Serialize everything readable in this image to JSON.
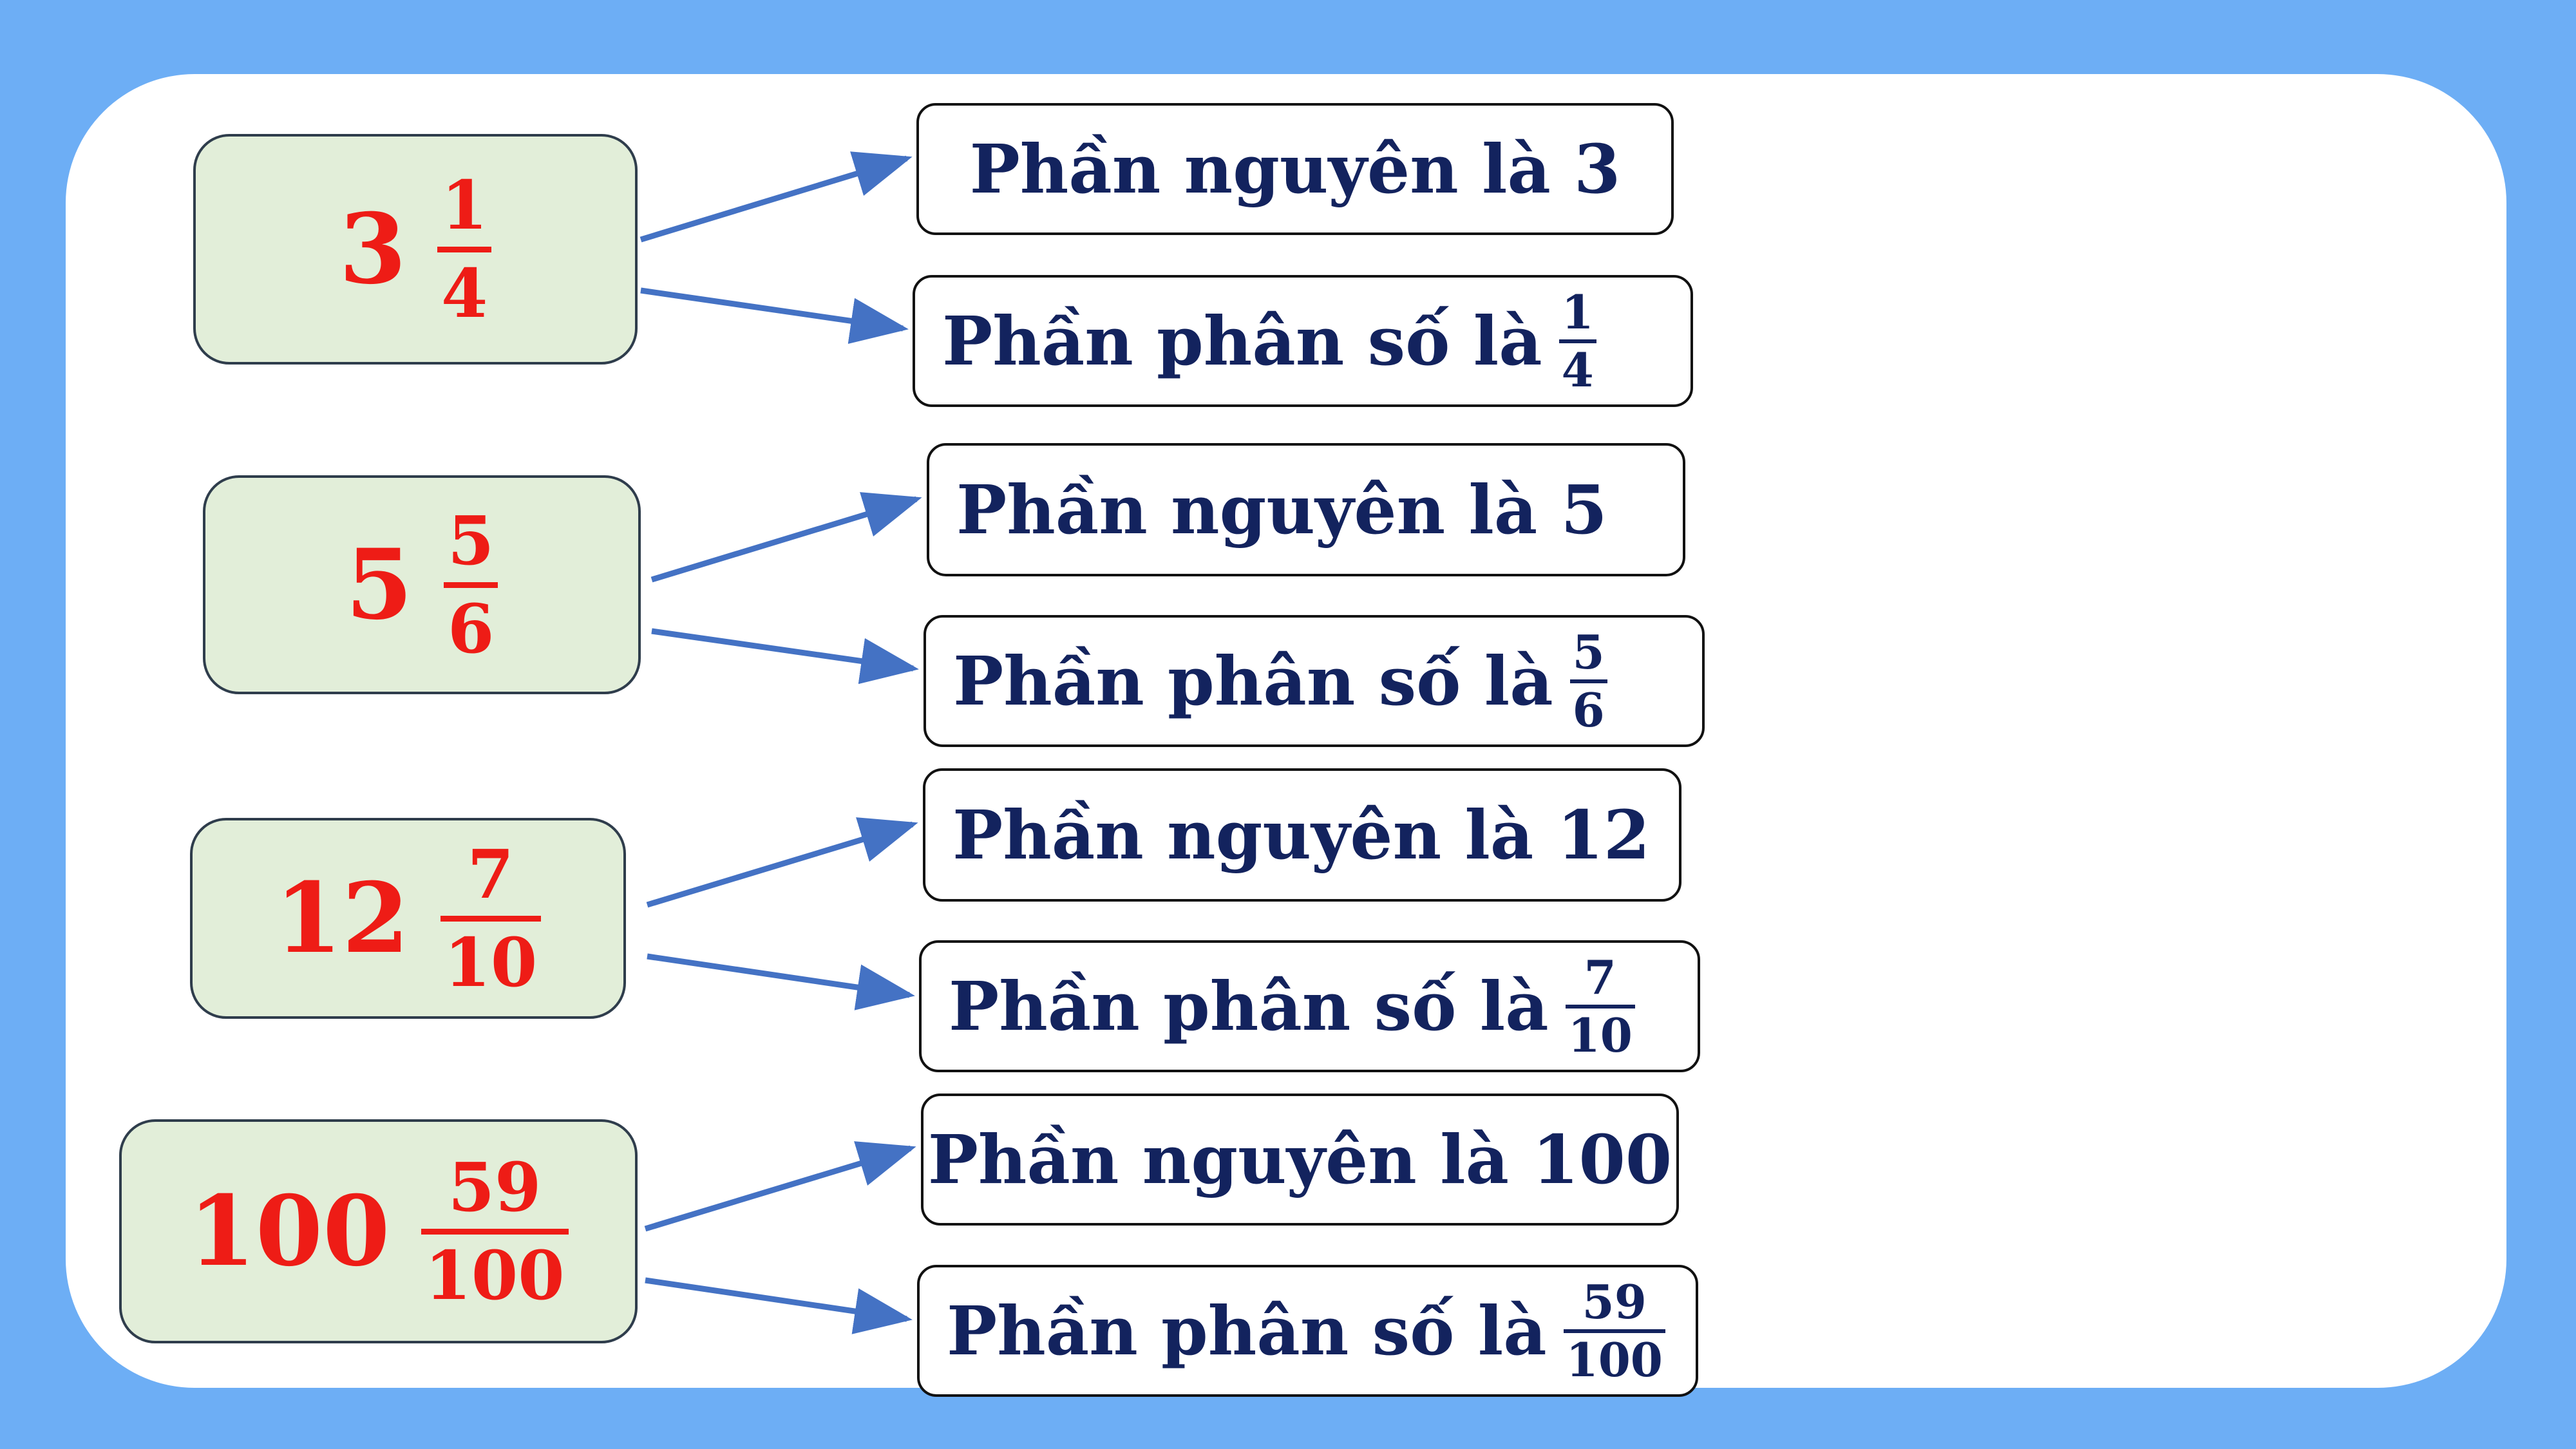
{
  "items": [
    {
      "whole": "3",
      "num": "1",
      "den": "4",
      "whole_part_text": "Phần nguyên là 3",
      "fraction_part_text": "Phần phân số là",
      "fraction_num": "1",
      "fraction_den": "4"
    },
    {
      "whole": "5",
      "num": "5",
      "den": "6",
      "whole_part_text": "Phần nguyên là 5",
      "fraction_part_text": "Phần phân số là",
      "fraction_num": "5",
      "fraction_den": "6"
    },
    {
      "whole": "12",
      "num": "7",
      "den": "10",
      "whole_part_text": "Phần nguyên là 12",
      "fraction_part_text": "Phần phân số là",
      "fraction_num": "7",
      "fraction_den": "10"
    },
    {
      "whole": "100",
      "num": "59",
      "den": "100",
      "whole_part_text": "Phần nguyên là 100",
      "fraction_part_text": "Phần phân số là",
      "fraction_num": "59",
      "fraction_den": "100"
    }
  ],
  "colors": {
    "background": "#6daef5",
    "panel": "#ffffff",
    "mixed_box_fill": "#e2eed9",
    "mixed_number_text": "#ee1c16",
    "label_text": "#13235e",
    "arrow": "#4472c4"
  }
}
